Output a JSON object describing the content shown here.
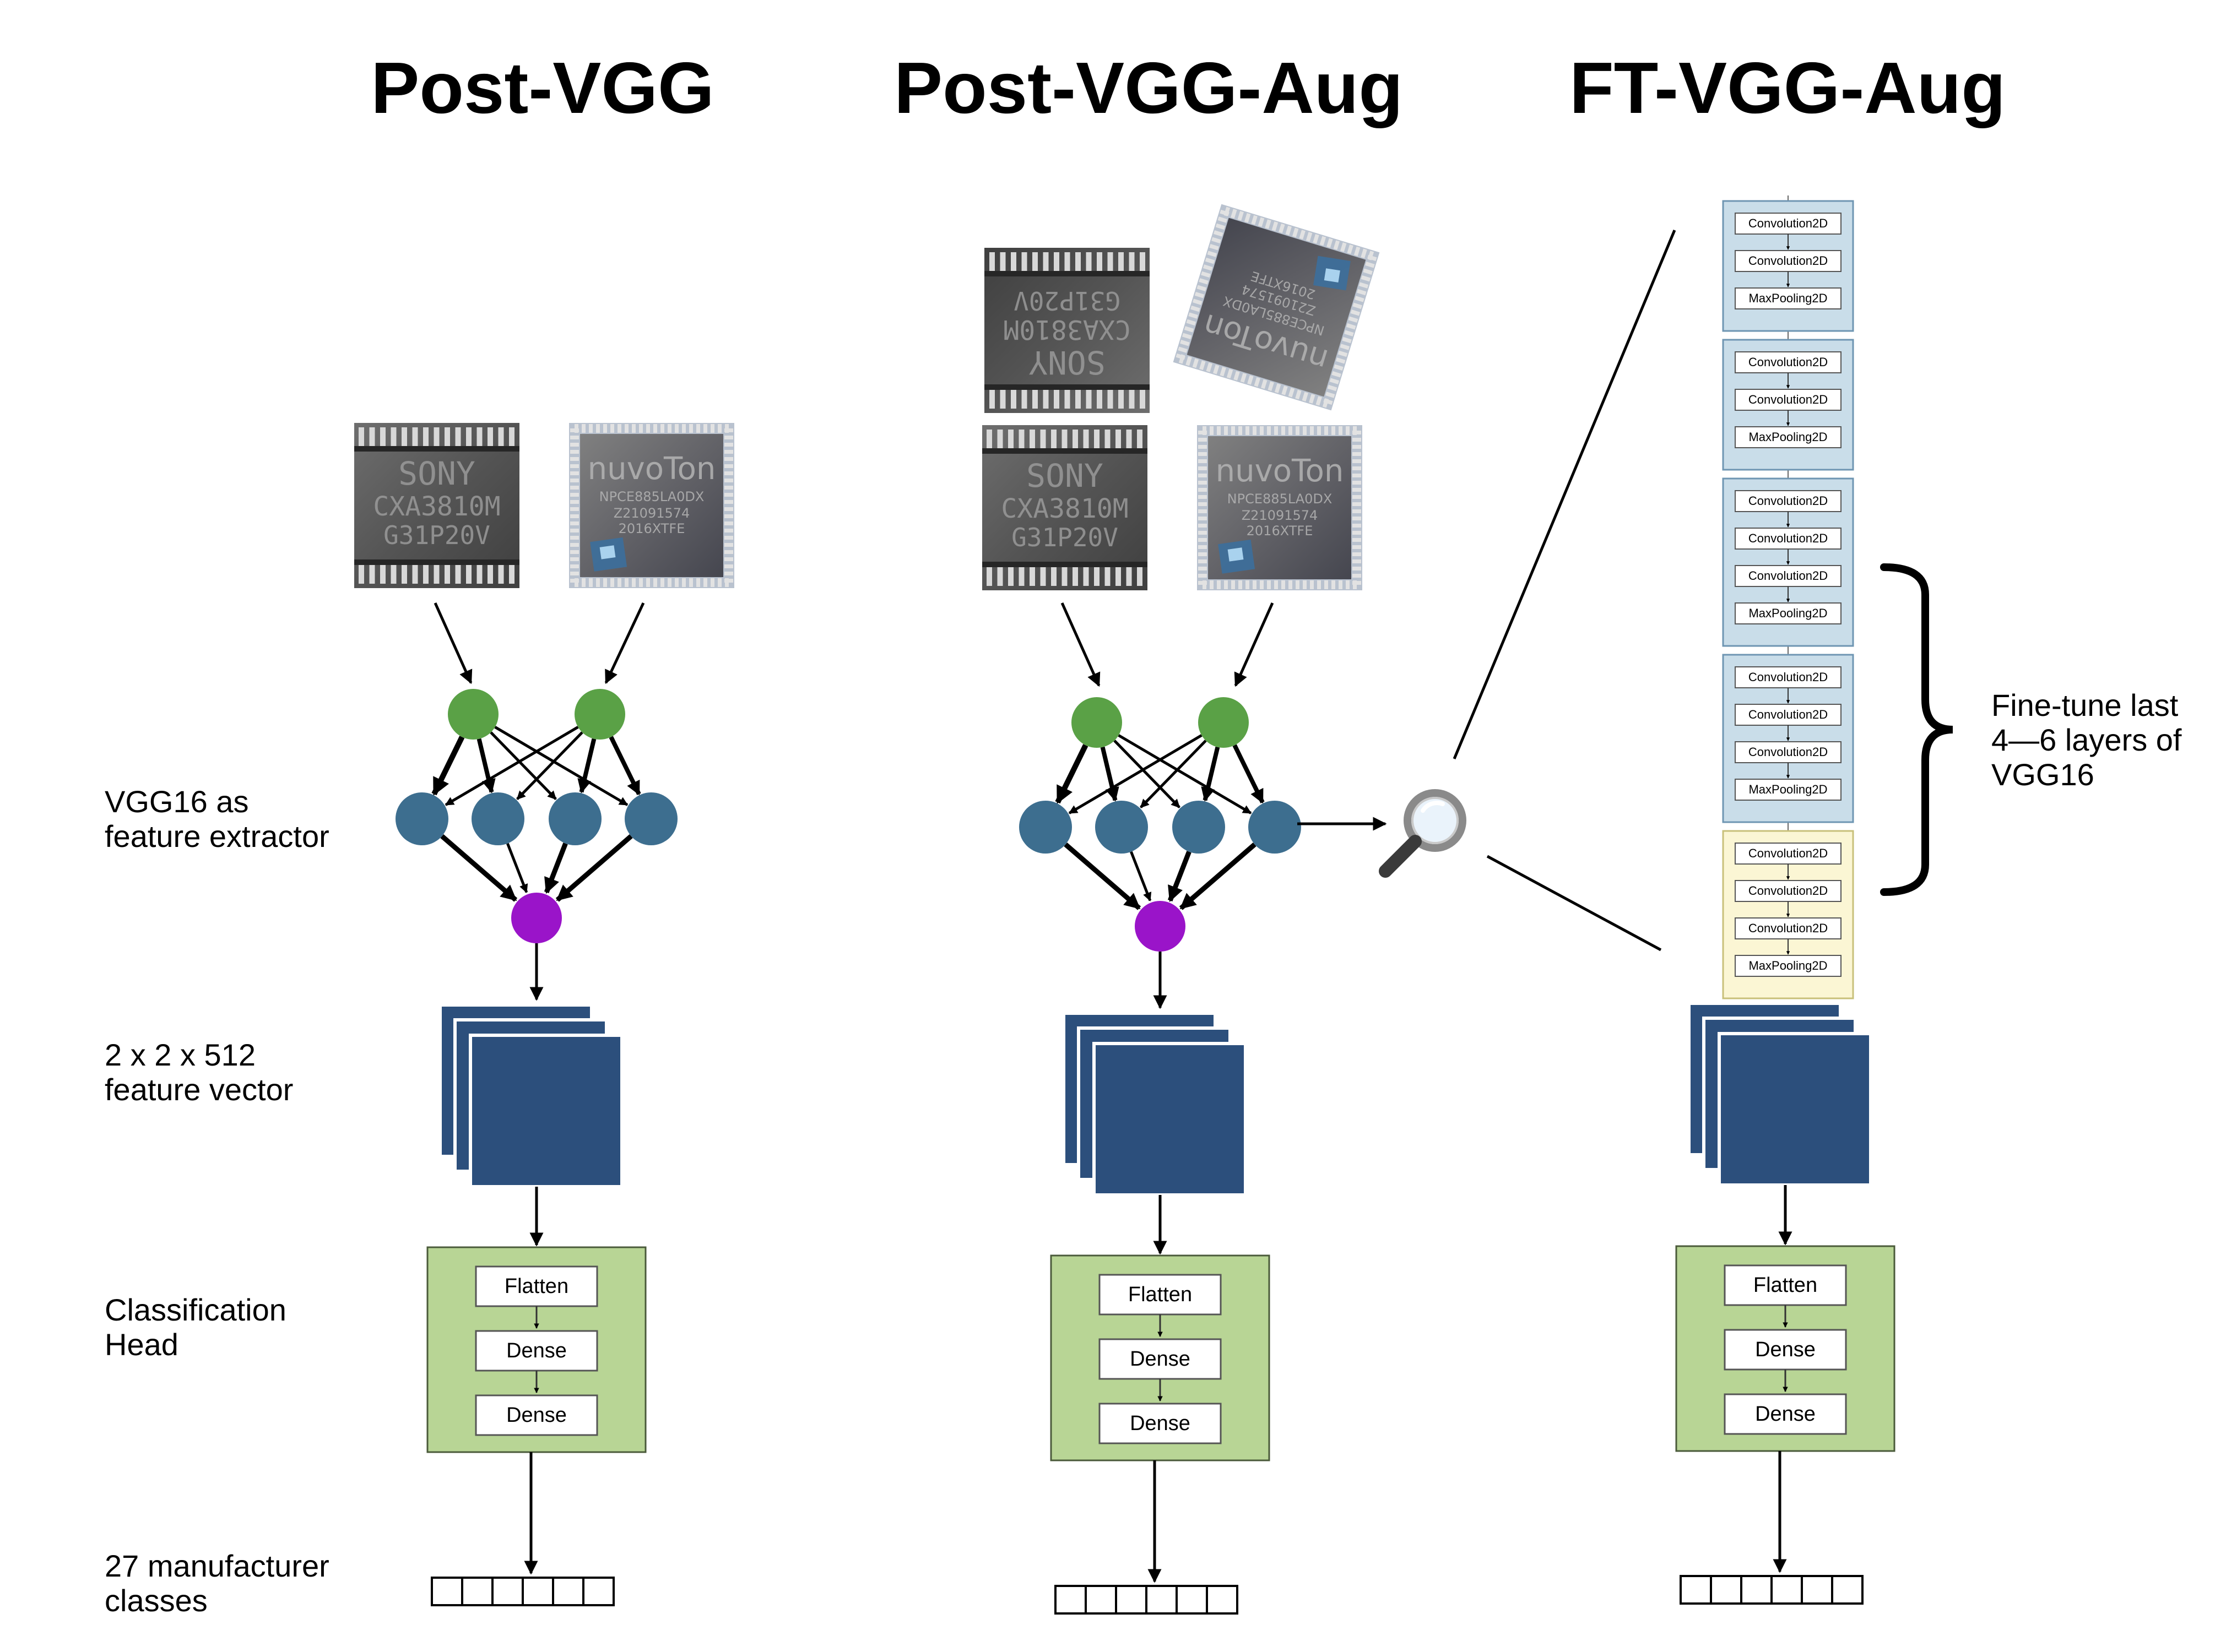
{
  "columns": [
    {
      "title": "Post-VGG"
    },
    {
      "title": "Post-VGG-Aug"
    },
    {
      "title": "FT-VGG-Aug"
    }
  ],
  "row_labels": {
    "feature_extractor": [
      "VGG16 as",
      "feature extractor"
    ],
    "feature_vector": [
      "2 x 2 x 512",
      "feature vector"
    ],
    "classification_head": [
      "Classification",
      "Head"
    ],
    "output_classes": [
      "27 manufacturer",
      "classes"
    ]
  },
  "chip_text": {
    "sony": [
      "SONY",
      "CXA3810M",
      "G31P20V"
    ],
    "nuvoton": [
      "nuvoTon",
      "NPCE885LA0DX",
      "Z21091574",
      "2016XTFE"
    ]
  },
  "head_layers": [
    "Flatten",
    "Dense",
    "Dense"
  ],
  "vgg_blocks": [
    {
      "layers": [
        "Convolution2D",
        "Convolution2D",
        "MaxPooling2D"
      ]
    },
    {
      "layers": [
        "Convolution2D",
        "Convolution2D",
        "MaxPooling2D"
      ]
    },
    {
      "layers": [
        "Convolution2D",
        "Convolution2D",
        "Convolution2D",
        "MaxPooling2D"
      ]
    },
    {
      "layers": [
        "Convolution2D",
        "Convolution2D",
        "Convolution2D",
        "MaxPooling2D"
      ]
    },
    {
      "layers": [
        "Convolution2D",
        "Convolution2D",
        "Convolution2D",
        "MaxPooling2D"
      ]
    }
  ],
  "finetune_note": [
    "Fine-tune last",
    "4—6 layers of",
    "VGG16"
  ],
  "colors": {
    "input_node": "#5aa146",
    "hidden_node": "#3d6e8f",
    "output_node": "#9a14c9",
    "feature_map": "#2c4f7c",
    "head_bg": "#b8d595",
    "block_blue": "#c9dde9",
    "block_yellow": "#fbf6d4"
  },
  "icons": {
    "zoom": "magnifying-glass-icon"
  }
}
